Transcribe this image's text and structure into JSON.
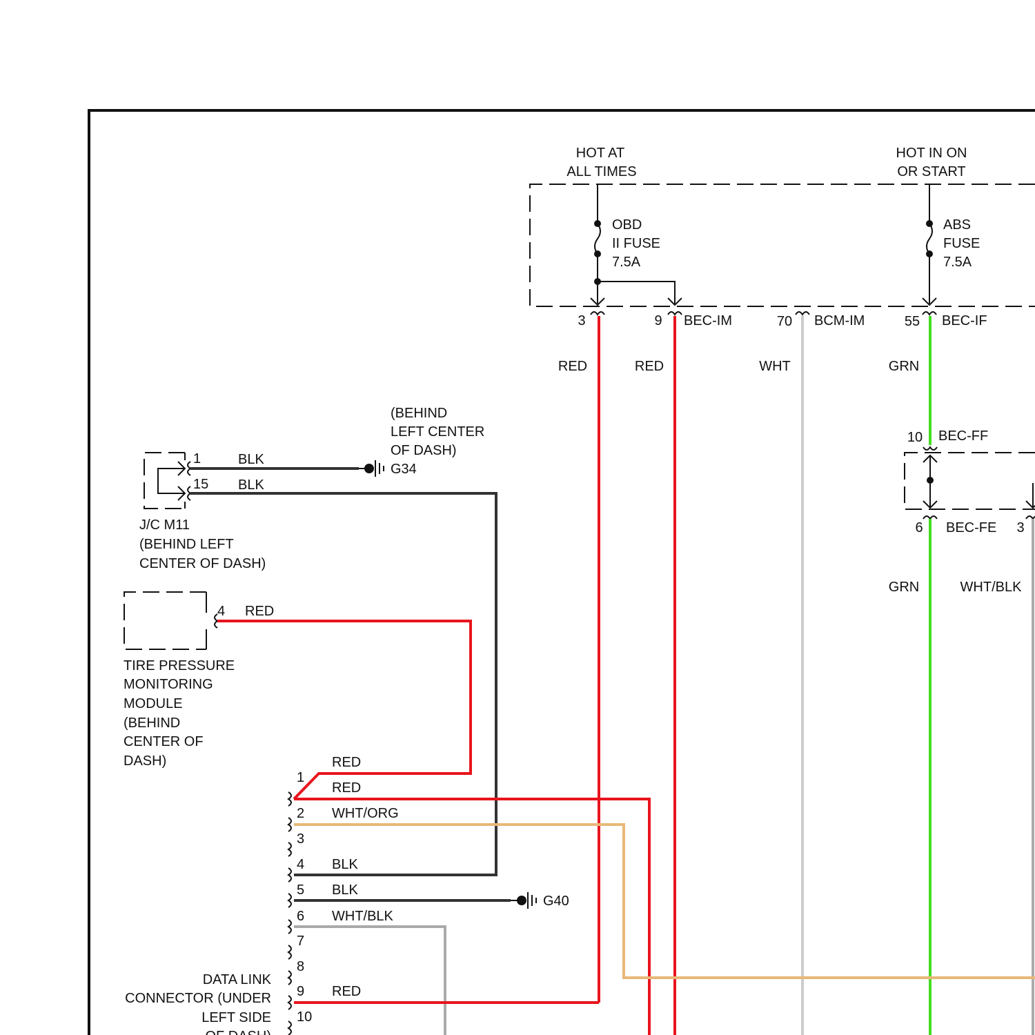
{
  "power": {
    "hot_at_all_times": [
      "HOT AT",
      "ALL TIMES"
    ],
    "hot_in_on_or_start": [
      "HOT IN ON",
      "OR START"
    ]
  },
  "fuses": {
    "obd": [
      "OBD",
      "II FUSE",
      "7.5A"
    ],
    "abs": [
      "ABS",
      "FUSE",
      "7.5A"
    ]
  },
  "connectors": {
    "bec_im": "BEC-IM",
    "bcm_im": "BCM-IM",
    "bec_if": "BEC-IF",
    "bec_ff": "BEC-FF",
    "bec_fe": "BEC-FE"
  },
  "pins": {
    "p3": "3",
    "p9": "9",
    "p70": "70",
    "p55": "55",
    "p10": "10",
    "p6": "6",
    "p3b": "3",
    "jc1": "1",
    "jc15": "15",
    "tpm4": "4"
  },
  "wire_colors": {
    "red": "RED",
    "wht": "WHT",
    "grn": "GRN",
    "blk": "BLK",
    "wht_blk": "WHT/BLK",
    "wht_org": "WHT/ORG"
  },
  "grounds": {
    "g34": "G34",
    "g34_location": [
      "(BEHIND",
      "LEFT CENTER",
      "OF DASH)"
    ],
    "g40": "G40"
  },
  "components": {
    "jc_m11": [
      "J/C M11",
      "(BEHIND LEFT",
      "CENTER OF DASH)"
    ],
    "tpm_module": [
      "TIRE PRESSURE",
      "MONITORING",
      "MODULE",
      "(BEHIND",
      "CENTER OF",
      "DASH)"
    ],
    "dlc": [
      "DATA LINK",
      "CONNECTOR (UNDER",
      "LEFT SIDE",
      "OF DASH)"
    ]
  },
  "dlc_pins": [
    {
      "pin": "1",
      "color": "RED"
    },
    {
      "pin": "",
      "color": "RED"
    },
    {
      "pin": "2",
      "color": "WHT/ORG"
    },
    {
      "pin": "3",
      "color": ""
    },
    {
      "pin": "4",
      "color": "BLK"
    },
    {
      "pin": "5",
      "color": "BLK"
    },
    {
      "pin": "6",
      "color": "WHT/BLK"
    },
    {
      "pin": "7",
      "color": ""
    },
    {
      "pin": "8",
      "color": ""
    },
    {
      "pin": "9",
      "color": "RED"
    },
    {
      "pin": "10",
      "color": ""
    }
  ],
  "colors": {
    "red": "#e8141c",
    "green": "#44dd22",
    "white_wire": "#cccccc",
    "black_wire": "#333333",
    "orange_wire": "#e8b878",
    "gray_wire": "#aaaaaa"
  }
}
